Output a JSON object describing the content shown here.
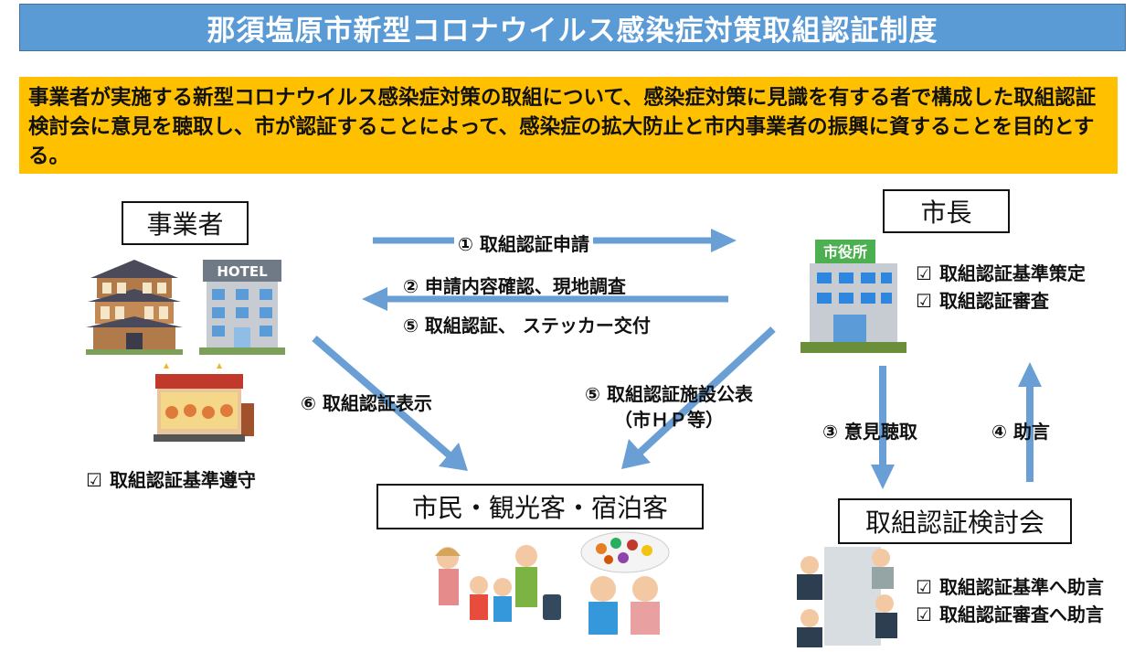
{
  "title": "那須塩原市新型コロナウイルス感染症対策取組認証制度",
  "purpose": "事業者が実施する新型コロナウイルス感染症対策の取組について、感染症対策に見識を有する者で構成した取組認証検討会に意見を聴取し、市が認証することによって、感染症の拡大防止と市内事業者の振興に資することを目的とする。",
  "actors": {
    "business": "事業者",
    "mayor": "市長",
    "citizens": "市民・観光客・宿泊客",
    "committee": "取組認証検討会"
  },
  "illustrations": {
    "hotel_sign": "HOTEL",
    "city_hall_sign": "市役所"
  },
  "checklists": {
    "business": [
      "取組認証基準遵守"
    ],
    "mayor": [
      "取組認証基準策定",
      "取組認証審査"
    ],
    "committee": [
      "取組認証基準へ助言",
      "取組認証審査へ助言"
    ]
  },
  "flows": {
    "step1": "① 取組認証申請",
    "step2": "② 申請内容確認、現地調査",
    "step5a": "⑤ 取組認証、 ステッカー交付",
    "step6": "⑥ 取組認証表示",
    "step5b_line1": "⑤ 取組認証施設公表",
    "step5b_line2": "（市ＨＰ等）",
    "step3": "③ 意見聴取",
    "step4": "④ 助言"
  },
  "colors": {
    "title_bg": "#5b9bd5",
    "purpose_bg": "#ffc000",
    "arrow": "#6a9fd6"
  }
}
